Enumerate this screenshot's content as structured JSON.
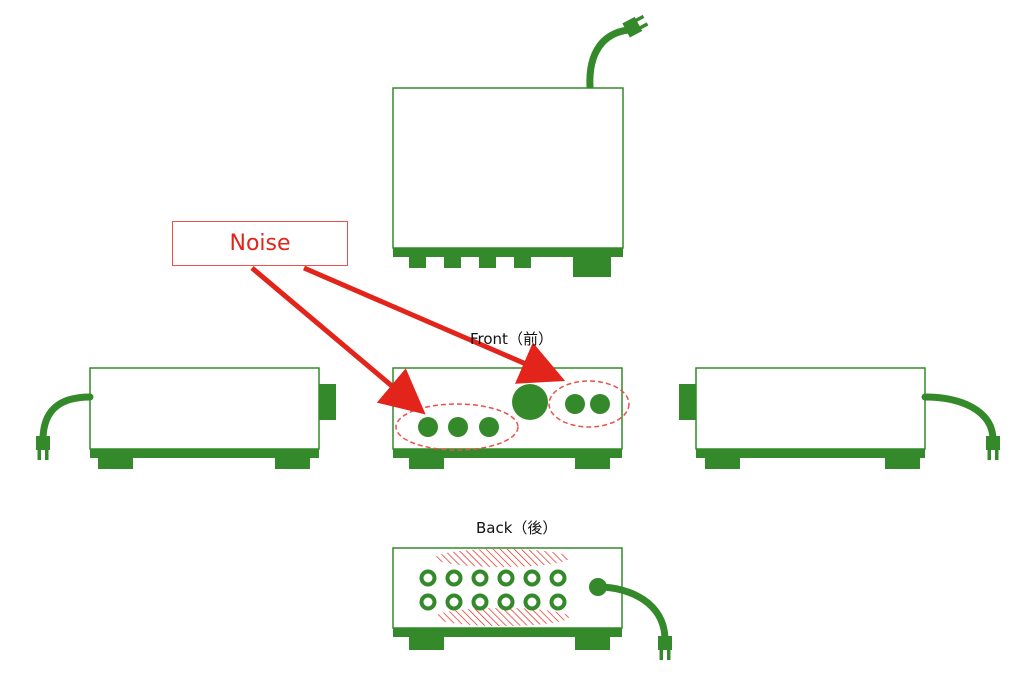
{
  "labels": {
    "front": "Front（前）",
    "back": "Back（後）",
    "noise": "Noise"
  },
  "colors": {
    "device_green": "#348a2a",
    "noise_red": "#e3241b",
    "outline_red": "#e8524a",
    "background": "#ffffff"
  },
  "views": [
    "top-view",
    "left-side-view",
    "front-view",
    "right-side-view",
    "back-view"
  ],
  "front_panel": {
    "knobs_left_group": 3,
    "large_knob": 1,
    "knobs_right_group": 2
  },
  "back_panel": {
    "jack_rows": 2,
    "jacks_per_row": 6
  }
}
